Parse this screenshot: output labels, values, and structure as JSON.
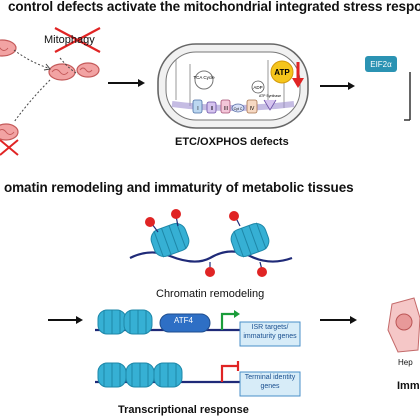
{
  "top_panel": {
    "heading": "control defects activate the mitochondrial integrated stress respons",
    "mitophagy_label": "Mitophagy",
    "tca_label": "TCA Cycle",
    "adp_label": "ADP",
    "atp_label": "ATP",
    "atp_synthase_label": "ATP Synthase",
    "complex_labels": [
      "I",
      "II",
      "III",
      "Cyt C",
      "IV"
    ],
    "etc_label": "ETC/OXPHOS defects",
    "eif2a_label": "EIF2α"
  },
  "bottom_panel": {
    "heading": "omatin remodeling and immaturity of metabolic tissues",
    "chromatin_label": "Chromatin remodeling",
    "atf4_label": "ATF4",
    "isr_targets_label": "ISR targets/ immaturity genes",
    "terminal_identity_label": "Terminal identity genes",
    "transcriptional_label": "Transcriptional response",
    "hep_label": "Hep",
    "immaturity_label": "Imma"
  },
  "colors": {
    "mitochondria": "#f2a3a3",
    "mito_outline": "#c45a5a",
    "nucleosome": "#36b0d4",
    "nucleosome_dark": "#1e87a8",
    "red_mark": "#e02424",
    "green_arrow": "#1a9c3a",
    "blue_box": "#d7ecf8",
    "blue_box_border": "#4a8fc8",
    "eif2a_box": "#2b93b3"
  }
}
